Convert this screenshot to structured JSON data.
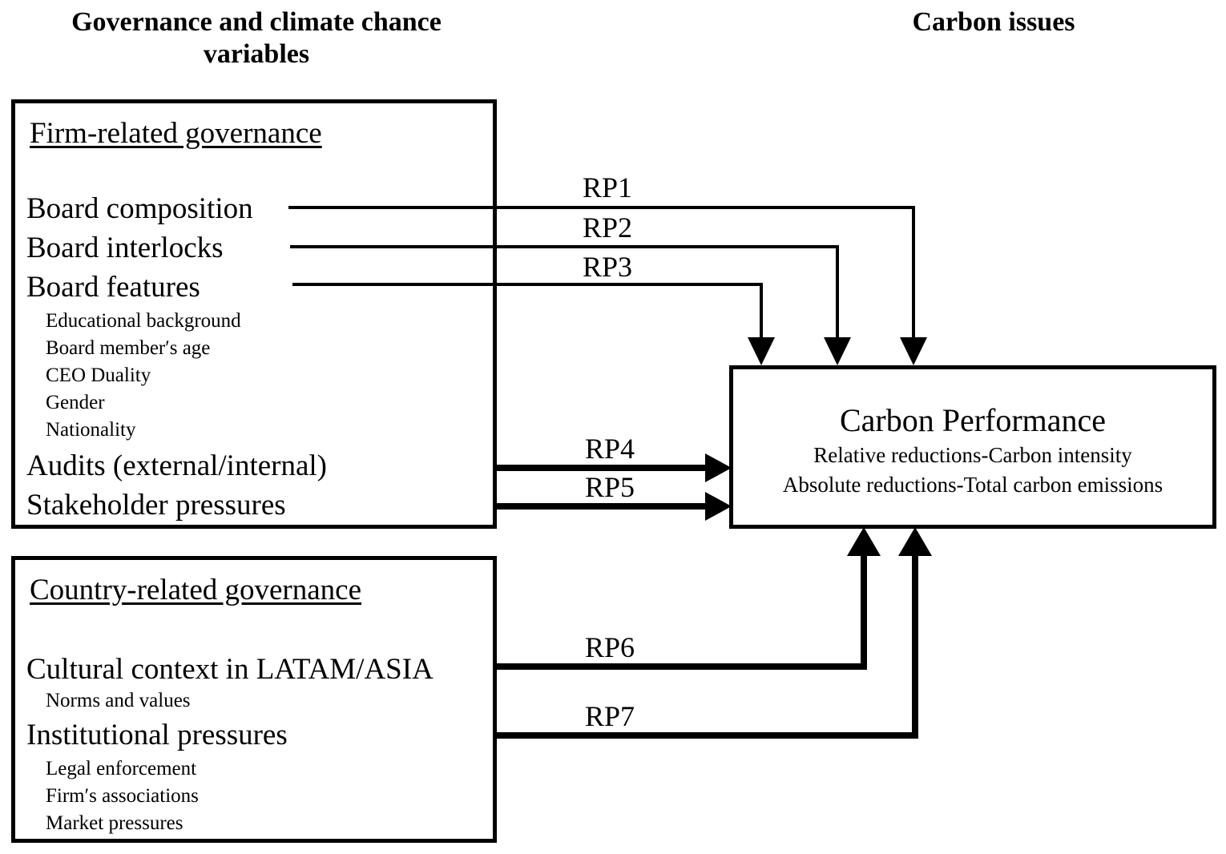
{
  "headings": {
    "left": "Governance and climate chance variables",
    "right": "Carbon issues"
  },
  "groups": {
    "firm": {
      "heading": "Firm-related governance",
      "items": [
        {
          "label": "Board composition",
          "level": "major"
        },
        {
          "label": "Board interlocks",
          "level": "major"
        },
        {
          "label": "Board features",
          "level": "major"
        },
        {
          "label": "Educational background",
          "level": "minor"
        },
        {
          "label": "Board member′s age",
          "level": "minor"
        },
        {
          "label": "CEO Duality",
          "level": "minor"
        },
        {
          "label": "Gender",
          "level": "minor"
        },
        {
          "label": "Nationality",
          "level": "minor"
        },
        {
          "label": "Audits (external/internal)",
          "level": "major"
        },
        {
          "label": "Stakeholder pressures",
          "level": "major"
        }
      ]
    },
    "country": {
      "heading": "Country-related governance",
      "items": [
        {
          "label": "Cultural context in LATAM/ASIA",
          "level": "major"
        },
        {
          "label": "Norms and values",
          "level": "minor"
        },
        {
          "label": "Institutional pressures",
          "level": "major"
        },
        {
          "label": "Legal enforcement",
          "level": "minor"
        },
        {
          "label": "Firm′s associations",
          "level": "minor"
        },
        {
          "label": "Market pressures",
          "level": "minor"
        }
      ]
    }
  },
  "outcome": {
    "title": "Carbon Performance",
    "sub1": "Relative reductions-Carbon intensity",
    "sub2": "Absolute reductions-Total carbon emissions"
  },
  "propositions": [
    {
      "id": "RP1",
      "from": "Board composition",
      "to": "Carbon Performance"
    },
    {
      "id": "RP2",
      "from": "Board interlocks",
      "to": "Carbon Performance"
    },
    {
      "id": "RP3",
      "from": "Board features",
      "to": "Carbon Performance"
    },
    {
      "id": "RP4",
      "from": "Audits (external/internal)",
      "to": "Carbon Performance"
    },
    {
      "id": "RP5",
      "from": "Stakeholder pressures",
      "to": "Carbon Performance"
    },
    {
      "id": "RP6",
      "from": "Cultural context in LATAM/ASIA",
      "to": "Carbon Performance"
    },
    {
      "id": "RP7",
      "from": "Institutional pressures",
      "to": "Carbon Performance"
    }
  ],
  "colors": {
    "stroke": "#000000",
    "background": "#ffffff"
  }
}
